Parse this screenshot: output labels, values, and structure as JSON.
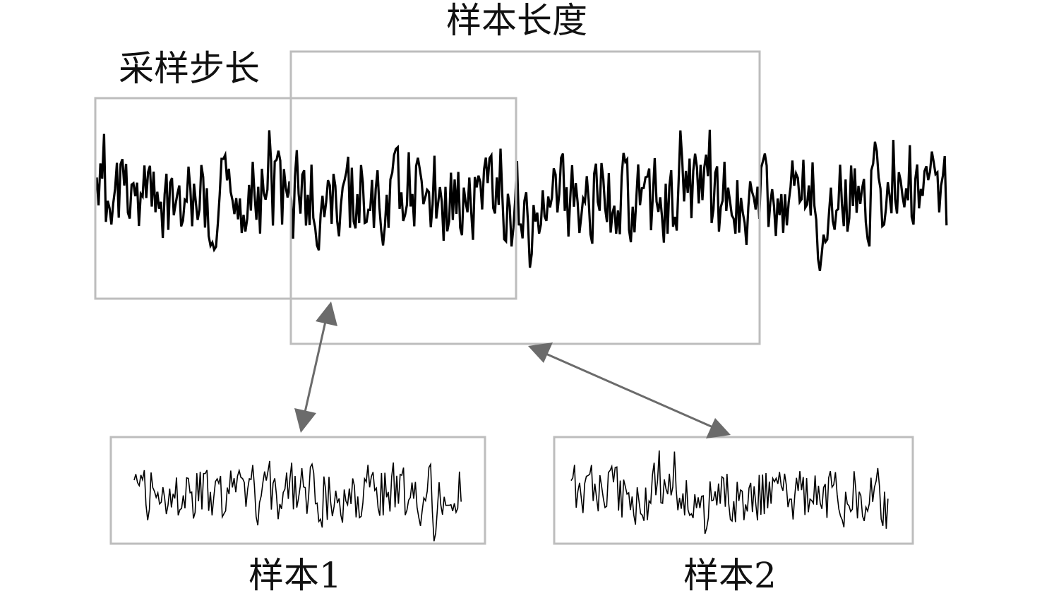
{
  "labels": {
    "sample_length": "样本长度",
    "sampling_step": "采样步长",
    "sample_1": "样本1",
    "sample_2": "样本2"
  },
  "colors": {
    "frame": "#bdbdbd",
    "waveform": "#000000",
    "arrow": "#6b6b6b",
    "text": "#111111"
  }
}
